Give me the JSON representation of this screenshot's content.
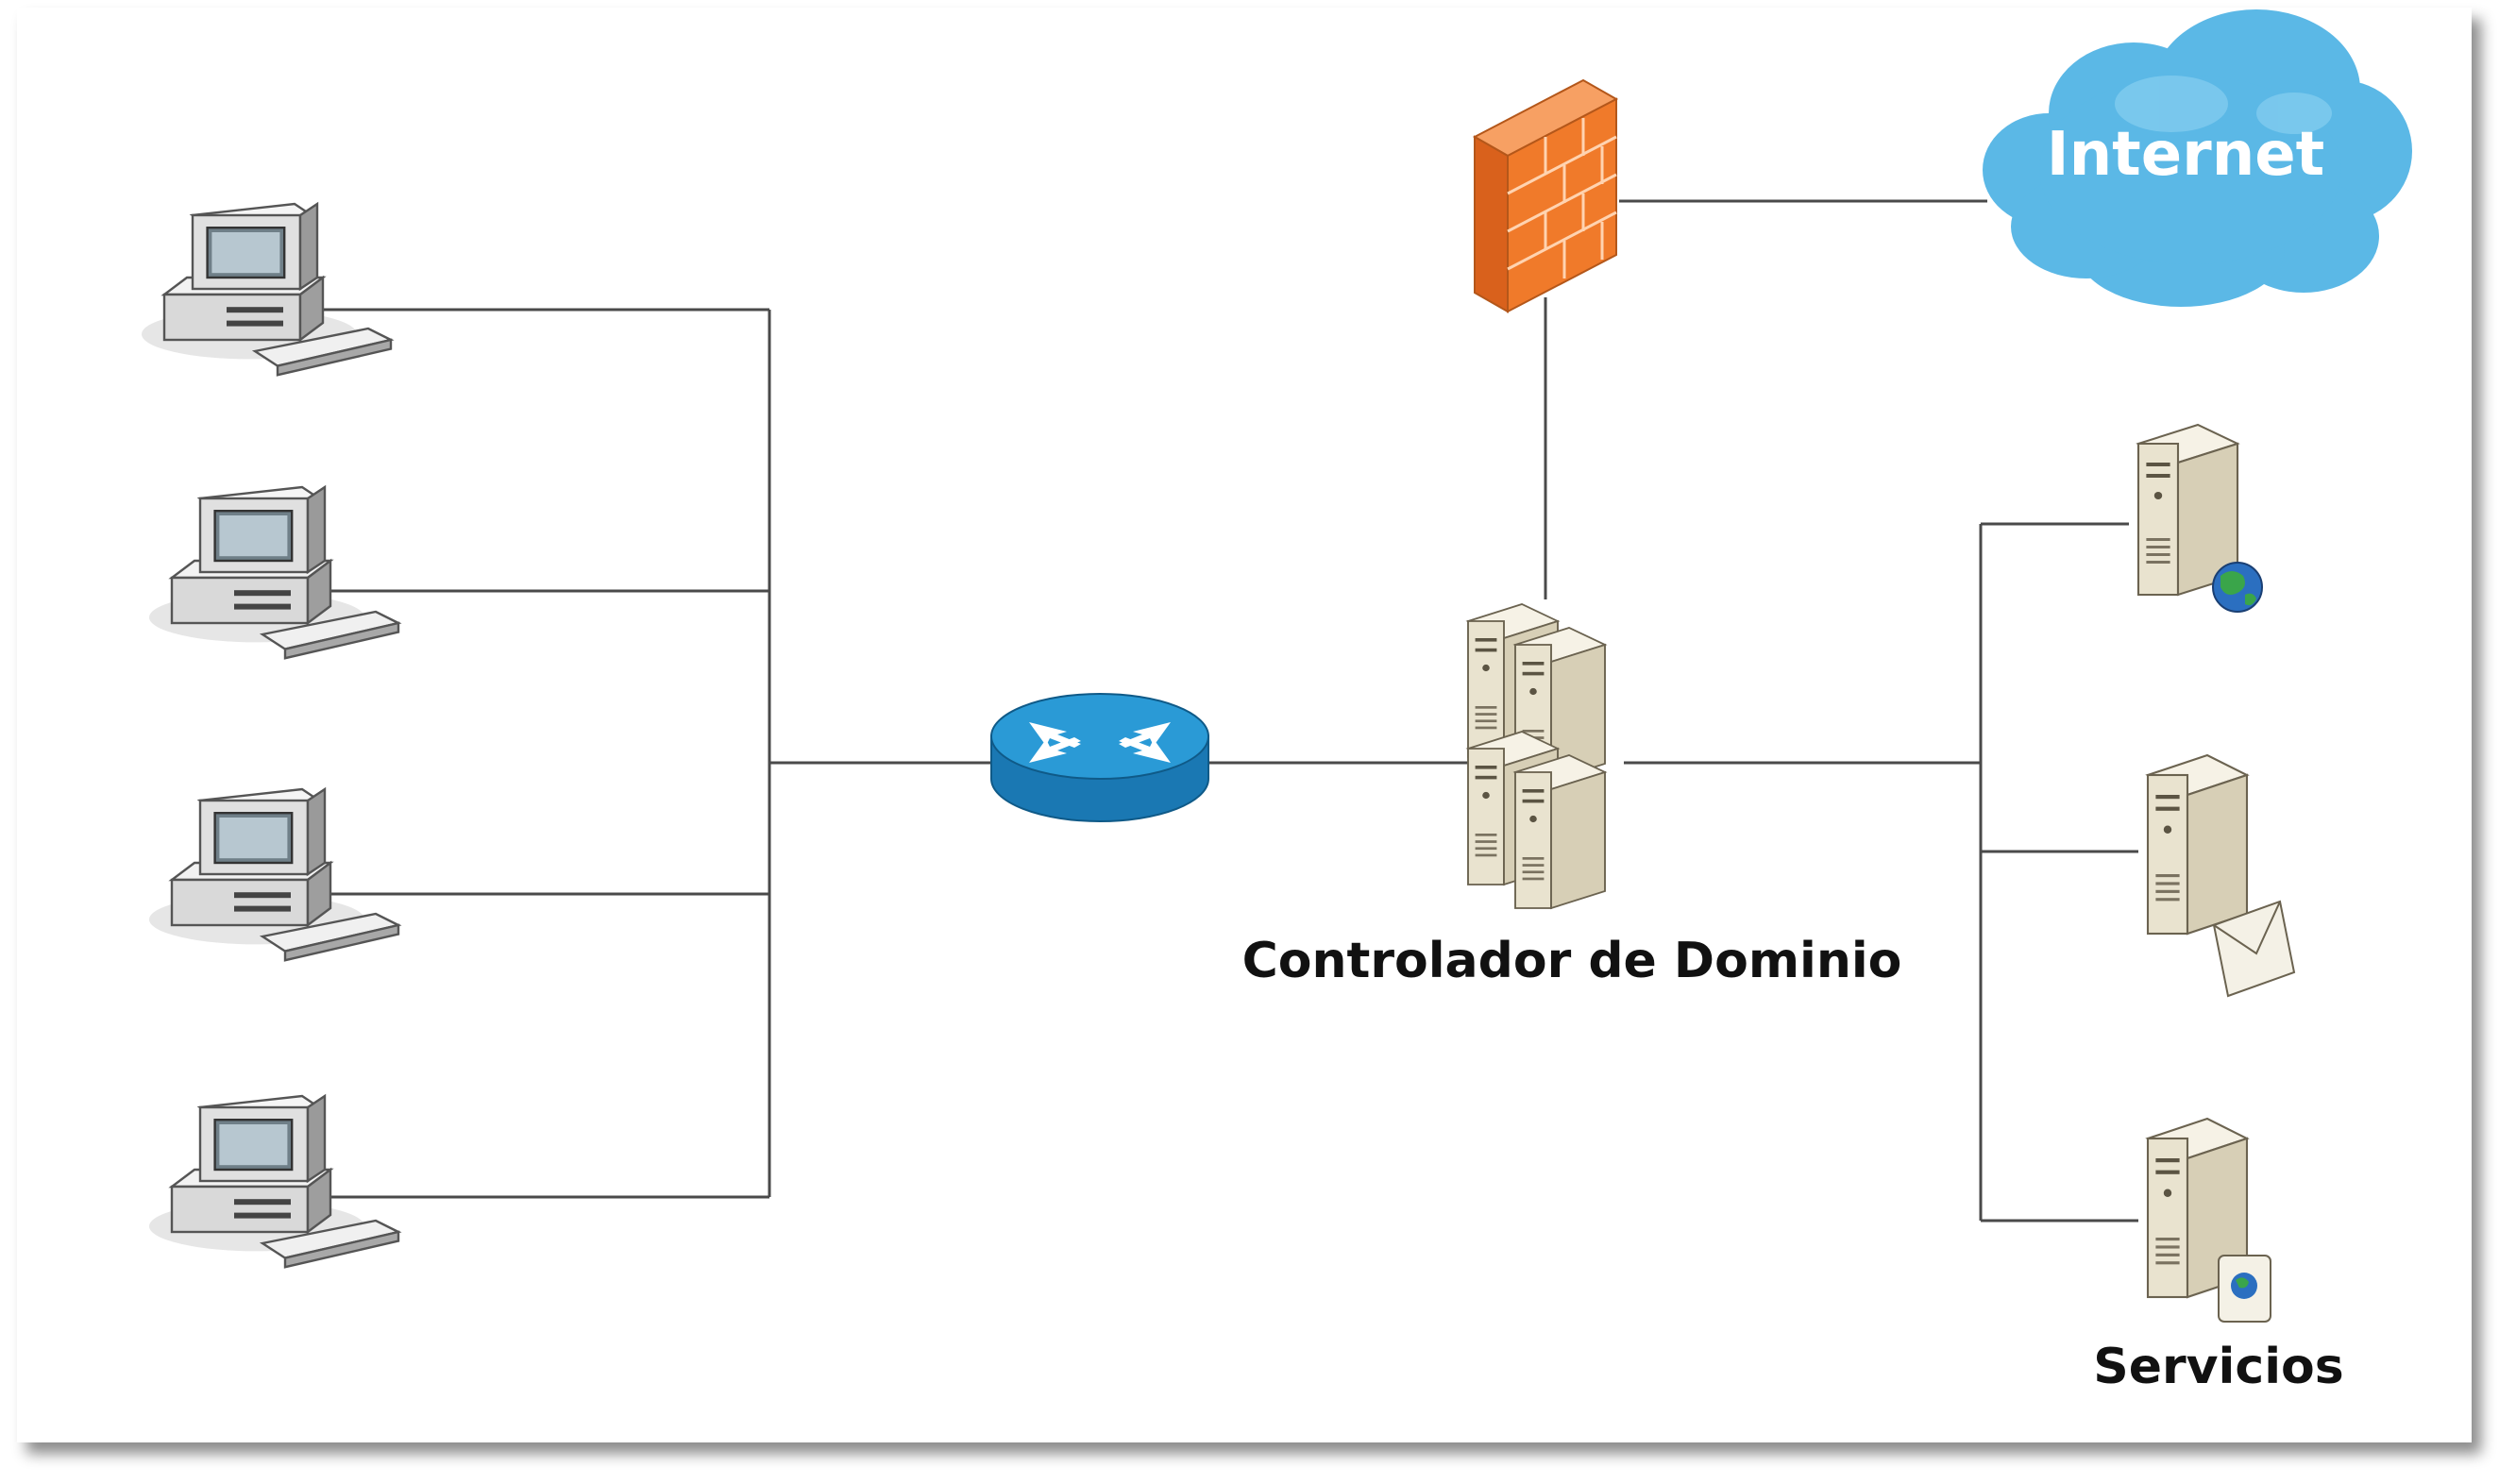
{
  "labels": {
    "cloud": "Internet",
    "domain_controller": "Controlador de Dominio",
    "services": "Servicios"
  },
  "icons": {
    "workstations": [
      "computer-icon",
      "computer-icon",
      "computer-icon",
      "computer-icon"
    ],
    "router": "router-icon",
    "firewall": "firewall-icon",
    "cloud": "cloud-icon",
    "domain_controller": "server-cluster-icon",
    "services": [
      "web-server-icon",
      "mail-server-icon",
      "dns-server-icon"
    ]
  },
  "colors": {
    "line": "#4a4a4a",
    "router": "#1e88c8",
    "firewall": "#f07a2a",
    "cloud": "#5bb8e6",
    "server": "#e8e2cf"
  }
}
